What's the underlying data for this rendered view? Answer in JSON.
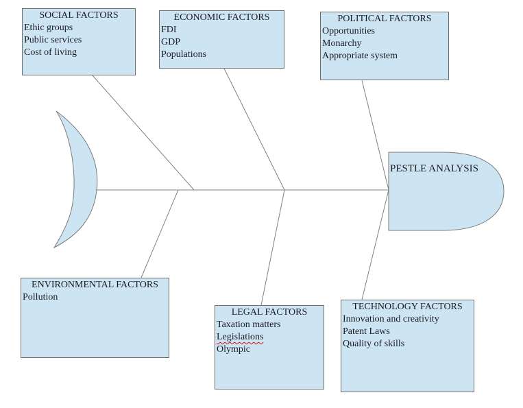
{
  "diagram": {
    "type": "fishbone",
    "title": "PESTLE ANALYSIS",
    "colors": {
      "shape_fill": "#cde5f3",
      "shape_border": "#6e6e6e",
      "bone_line": "#808080",
      "text": "#1b1b22",
      "spellcheck_underline": "#cc1111"
    },
    "categories": [
      {
        "id": "social",
        "label": "SOCIAL FACTORS",
        "items": [
          "Ethic groups",
          "Public services",
          "Cost of living"
        ]
      },
      {
        "id": "economic",
        "label": "ECONOMIC FACTORS",
        "items": [
          "FDI",
          "GDP",
          "Populations"
        ]
      },
      {
        "id": "political",
        "label": "POLITICAL FACTORS",
        "items": [
          "Opportunities",
          "Monarchy",
          "Appropriate system"
        ]
      },
      {
        "id": "environmental",
        "label": "ENVIRONMENTAL FACTORS",
        "items": [
          "Pollution"
        ]
      },
      {
        "id": "legal",
        "label": "LEGAL FACTORS",
        "items": [
          "Taxation matters",
          "Legislations",
          "Olympic"
        ],
        "spellcheck_flagged_item": "Legislations"
      },
      {
        "id": "technology",
        "label": "TECHNOLOGY FACTORS",
        "items": [
          "Innovation and creativity",
          "Patent Laws",
          "Quality of skills"
        ]
      }
    ]
  }
}
